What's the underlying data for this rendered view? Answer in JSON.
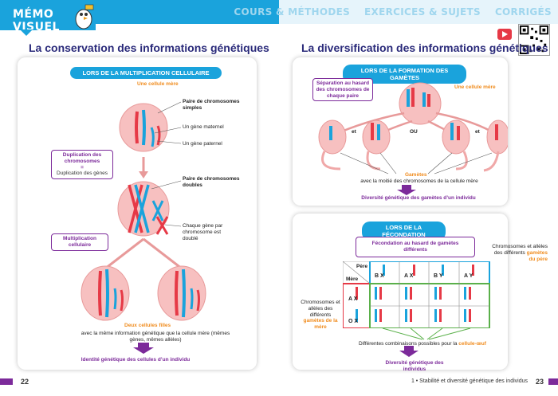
{
  "header": {
    "memo_label": "MÉMO VISUEL",
    "nav": [
      "COURS & MÉTHODES",
      "EXERCICES & SUJETS",
      "CORRIGÉS"
    ]
  },
  "left": {
    "title": "La conservation des informations génétiques",
    "pill": "LORS DE LA MULTIPLICATION CELLULAIRE",
    "mother_cell": "Une cellule mère",
    "simple_pairs": "Paire de chromosomes simples",
    "maternal_gene": "Un gène maternel",
    "paternal_gene": "Un gène paternel",
    "duplication_box": {
      "title": "Duplication des chromosomes",
      "eq": "=",
      "plain": "Duplication des gènes"
    },
    "double_pairs": "Paire de chromosomes doubles",
    "each_gene": "Chaque gène par chromosome est doublé",
    "multiplication_box": "Multiplication cellulaire",
    "daughter_cells": "Deux cellules filles",
    "daughter_desc": "avec la même information génétique que la cellule mère (mêmes gènes, mêmes allèles)",
    "conclusion": "Identité génétique des cellules d’un individu"
  },
  "right": {
    "title": "La diversification des informations génétiques",
    "pill_gametes": "LORS DE LA FORMATION DES GAMÈTES",
    "separation_box": "Séparation au hasard des chromosomes de chaque paire",
    "mother_cell": "Une cellule mère",
    "et1": "et",
    "ou": "OU",
    "et2": "et",
    "gametes": "Gamètes",
    "gametes_desc": "avec la moitié des chromosomes de la cellule mère",
    "conclusion_gametes": "Diversité génétique des gamètes d’un individu",
    "pill_fecondation": "LORS DE LA FÉCONDATION",
    "fecondation_box": "Fécondation au hasard de gamètes différents",
    "father_note": {
      "text": "Chromosomes et allèles des différents",
      "colored": "gamètes du père"
    },
    "mother_note": {
      "text": "Chromosomes et allèles des différents",
      "colored": "gamètes de la mère"
    },
    "table": {
      "father_label": "Père",
      "mother_label": "Mère",
      "cols": [
        "B  X",
        "A  X",
        "B  Y",
        "A  Y"
      ],
      "rows": [
        "A  X",
        "O  X"
      ]
    },
    "combos": "Différentes combinaisons possibles pour la",
    "combos_colored": "cellule-œuf",
    "conclusion_fecondation": "Diversité génétique des individus"
  },
  "footer": {
    "page_left": "22",
    "page_right": "23",
    "chapter": "1 • Stabilité et diversité génétique des individus"
  },
  "colors": {
    "blue": "#1aa3dc",
    "purple": "#7c2a9a",
    "orange": "#f08c1e",
    "red": "#e63946",
    "green": "#5ab04a"
  }
}
